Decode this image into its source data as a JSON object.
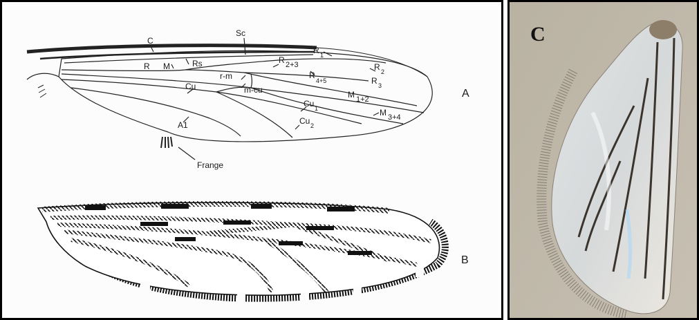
{
  "figure": {
    "panel_a": {
      "panel_label": "A",
      "labels": {
        "c": "C",
        "sc": "Sc",
        "r1": "R",
        "r1_sub": "1",
        "r": "R",
        "m": "M",
        "rs": "Rs",
        "r23": "R",
        "r23_sub": "2+3",
        "r2": "R",
        "r2_sub": "2",
        "rm": "r-m",
        "r45": "R",
        "r45_sub": "4+5",
        "r3": "R",
        "r3_sub": "3",
        "cu": "Cu",
        "mcu": "m-cu",
        "m12": "M",
        "m12_sub": "1+2",
        "cu1": "Cu",
        "cu1_sub": "1",
        "m34": "M",
        "m34_sub": "3+4",
        "a1": "A1",
        "cu2": "Cu",
        "cu2_sub": "2",
        "frange": "Frange"
      }
    },
    "panel_b": {
      "panel_label": "B"
    },
    "panel_c": {
      "panel_label": "C"
    }
  }
}
